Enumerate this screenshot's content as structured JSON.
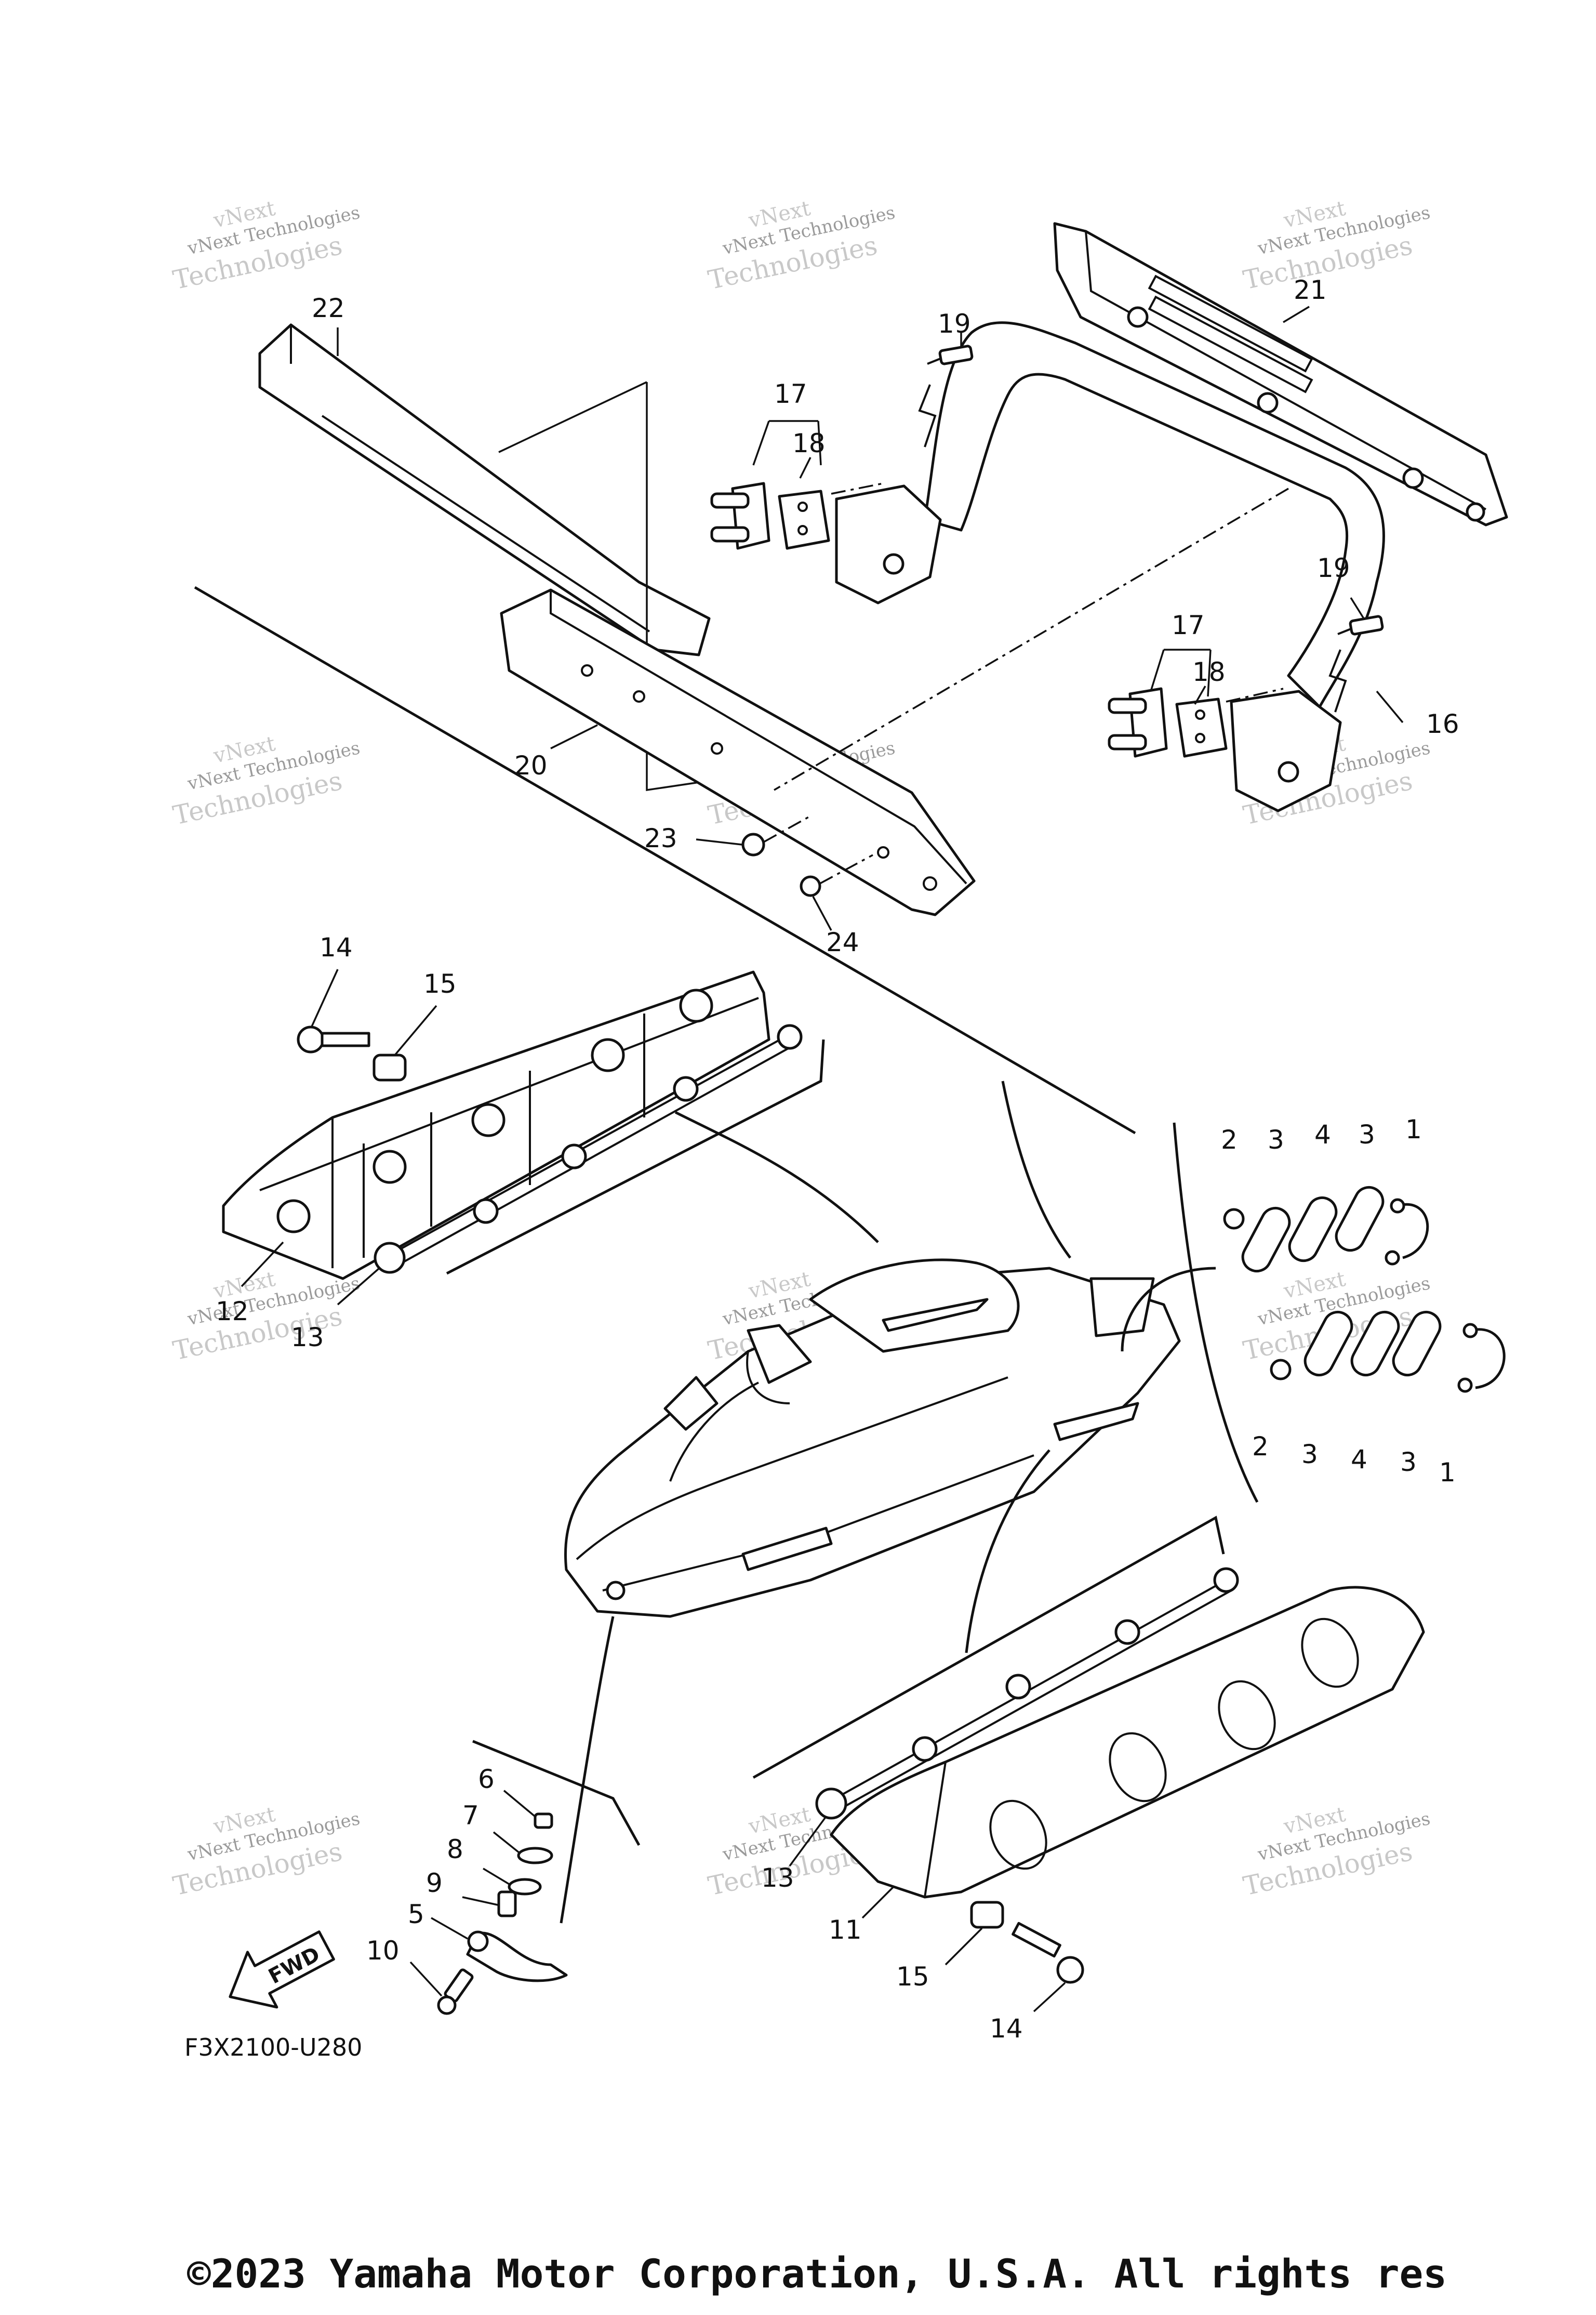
{
  "diagram": {
    "code": "F3X2100-U280",
    "fwd_label": "FWD",
    "copyright": "©2023 Yamaha Motor Corporation, U.S.A. All rights res",
    "watermark": {
      "line1": "vNext Technologies",
      "line2": "Technologies",
      "top": "vNext"
    },
    "callouts": {
      "p1a": "1",
      "p1b": "1",
      "p2a": "2",
      "p2b": "2",
      "p3a": "3",
      "p3b": "3",
      "p3c": "3",
      "p3d": "3",
      "p4a": "4",
      "p4b": "4",
      "p5": "5",
      "p6": "6",
      "p7": "7",
      "p8": "8",
      "p9": "9",
      "p10": "10",
      "p11": "11",
      "p12": "12",
      "p13a": "13",
      "p13b": "13",
      "p14a": "14",
      "p14b": "14",
      "p15a": "15",
      "p15b": "15",
      "p16": "16",
      "p17a": "17",
      "p17b": "17",
      "p18a": "18",
      "p18b": "18",
      "p19a": "19",
      "p19b": "19",
      "p20": "20",
      "p21": "21",
      "p22": "22",
      "p23": "23",
      "p24": "24"
    }
  }
}
